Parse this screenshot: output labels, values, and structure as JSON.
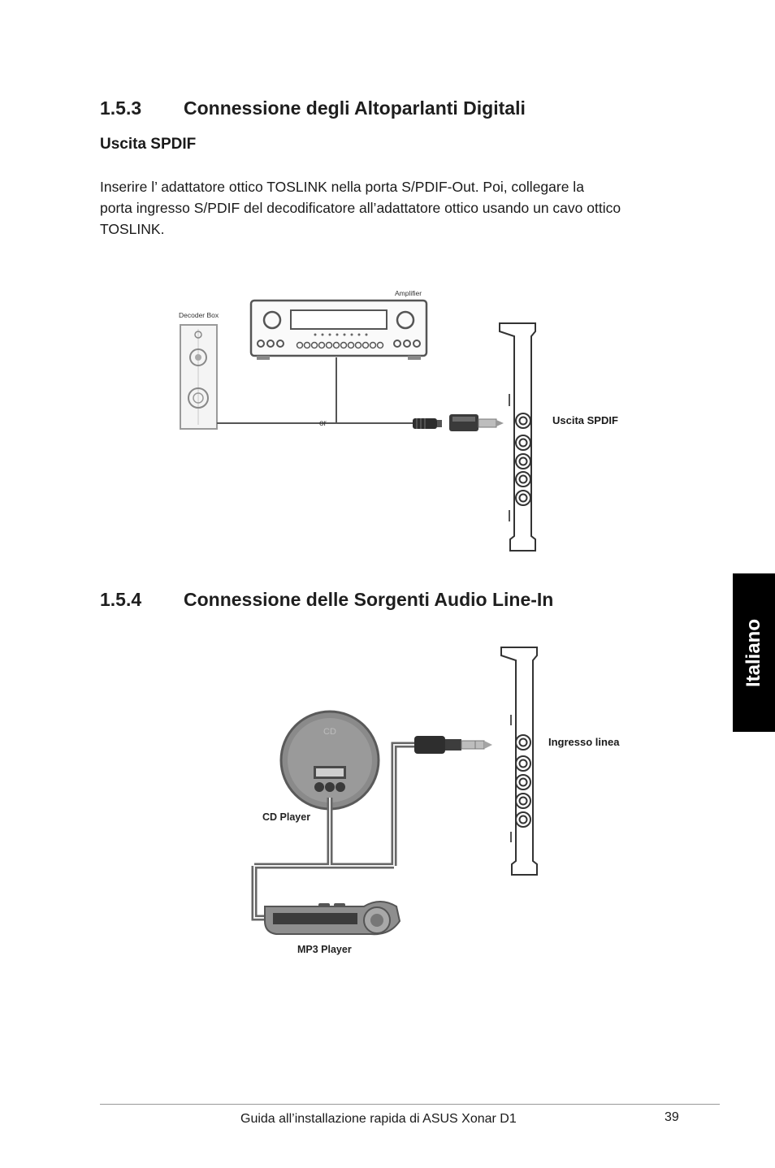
{
  "section_153": {
    "number": "1.5.3",
    "title": "Connessione degli Altoparlanti Digitali",
    "subtitle": "Uscita SPDIF",
    "paragraph_lines": [
      "Inserire l’ adattatore ottico TOSLINK nella porta S/PDIF-Out. Poi, collegare la",
      "porta ingresso S/PDIF del decodificatore all’adattatore ottico usando un cavo ottico",
      "TOSLINK."
    ]
  },
  "diagram_1": {
    "decoder_label": "Decoder Box",
    "amplifier_label": "Amplifier",
    "or_label": "or",
    "port_label": "Uscita SPDIF"
  },
  "section_154": {
    "number": "1.5.4",
    "title": "Connessione delle Sorgenti Audio Line-In"
  },
  "diagram_2": {
    "cd_label": "CD Player",
    "mp3_label": "MP3 Player",
    "port_label": "Ingresso linea"
  },
  "side_tab": {
    "label": "Italiano"
  },
  "footer": {
    "text": "Guida all’installazione rapida di ASUS Xonar D1",
    "page_number": "39"
  }
}
